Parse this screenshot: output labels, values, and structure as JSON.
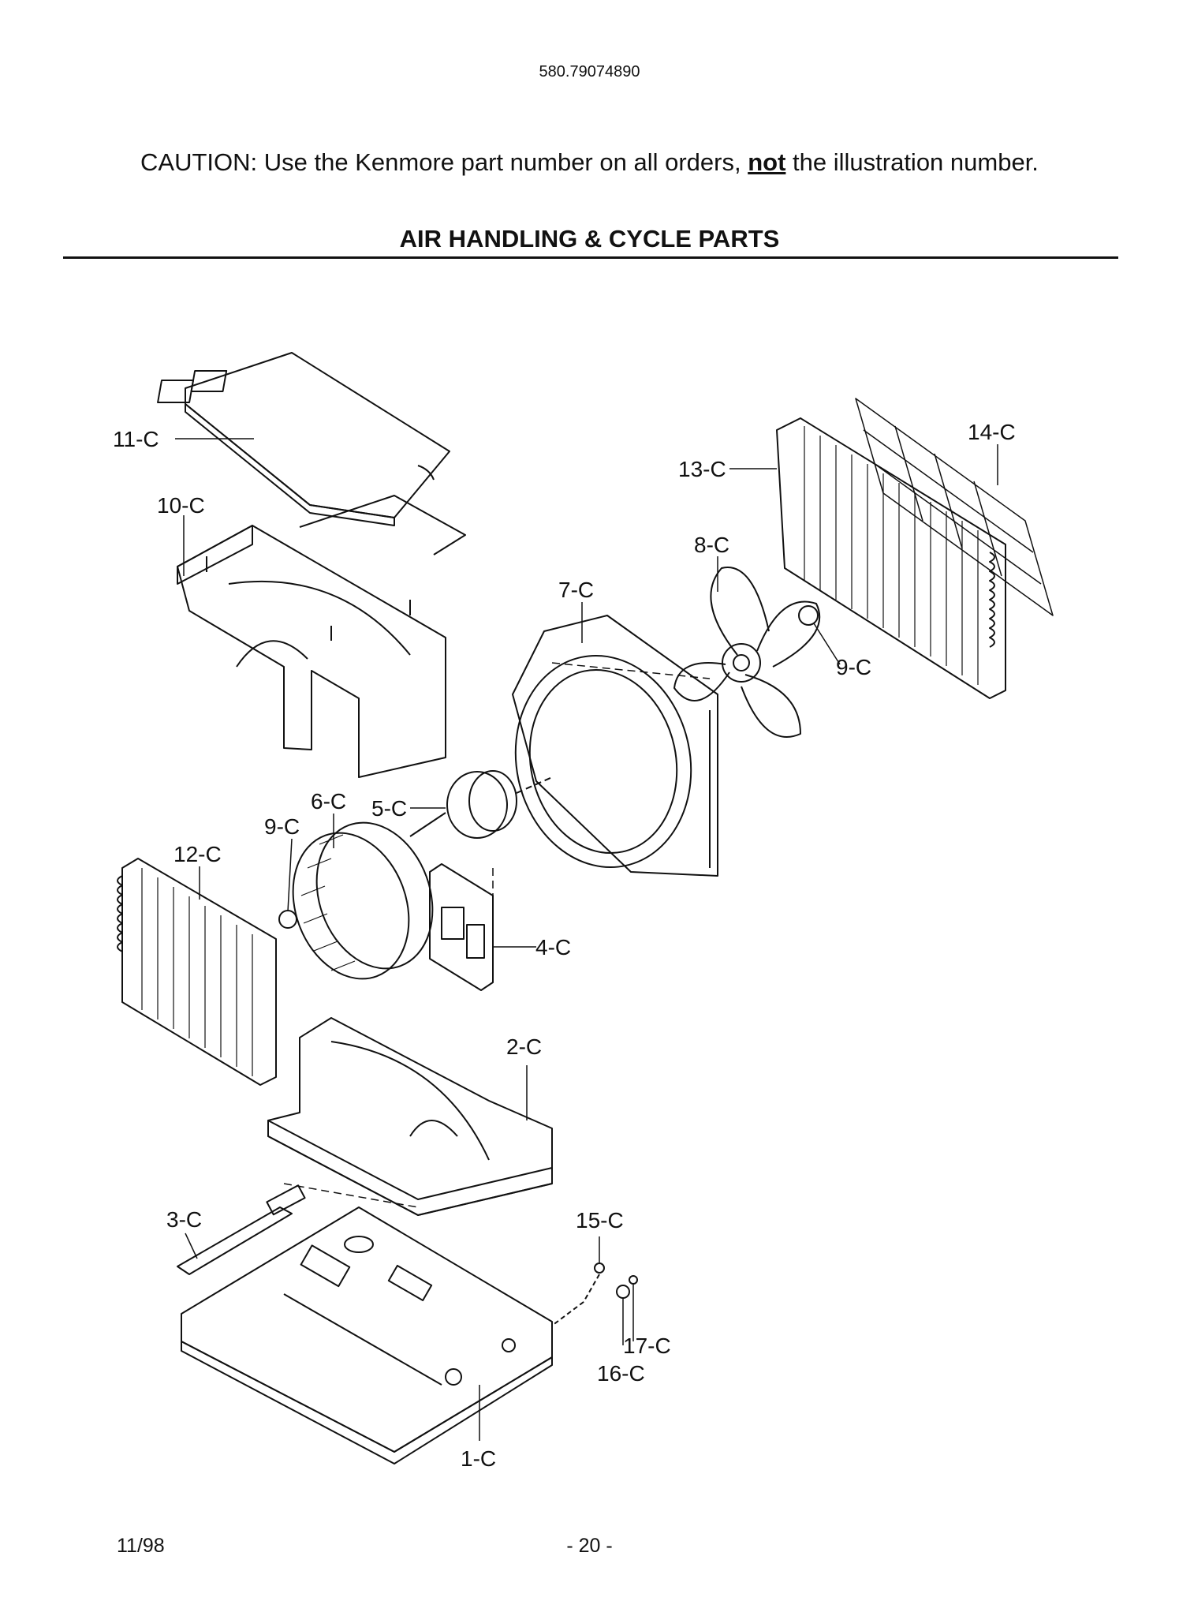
{
  "header": {
    "model_number": "580.79074890",
    "caution_prefix": "CAUTION: Use the Kenmore part number on all orders,",
    "caution_emphasis": "not",
    "caution_suffix": "the illustration number.",
    "section_title": "AIR HANDLING  & CYCLE PARTS"
  },
  "callouts": {
    "c11": "11-C",
    "c10": "10-C",
    "c13": "13-C",
    "c14": "14-C",
    "c8": "8-C",
    "c7": "7-C",
    "c9a": "9-C",
    "c6": "6-C",
    "c5": "5-C",
    "c9b": "9-C",
    "c12": "12-C",
    "c4": "4-C",
    "c2": "2-C",
    "c3": "3-C",
    "c15": "15-C",
    "c17": "17-C",
    "c16": "16-C",
    "c1": "1-C"
  },
  "footer": {
    "date": "11/98",
    "page": "- 20 -"
  }
}
